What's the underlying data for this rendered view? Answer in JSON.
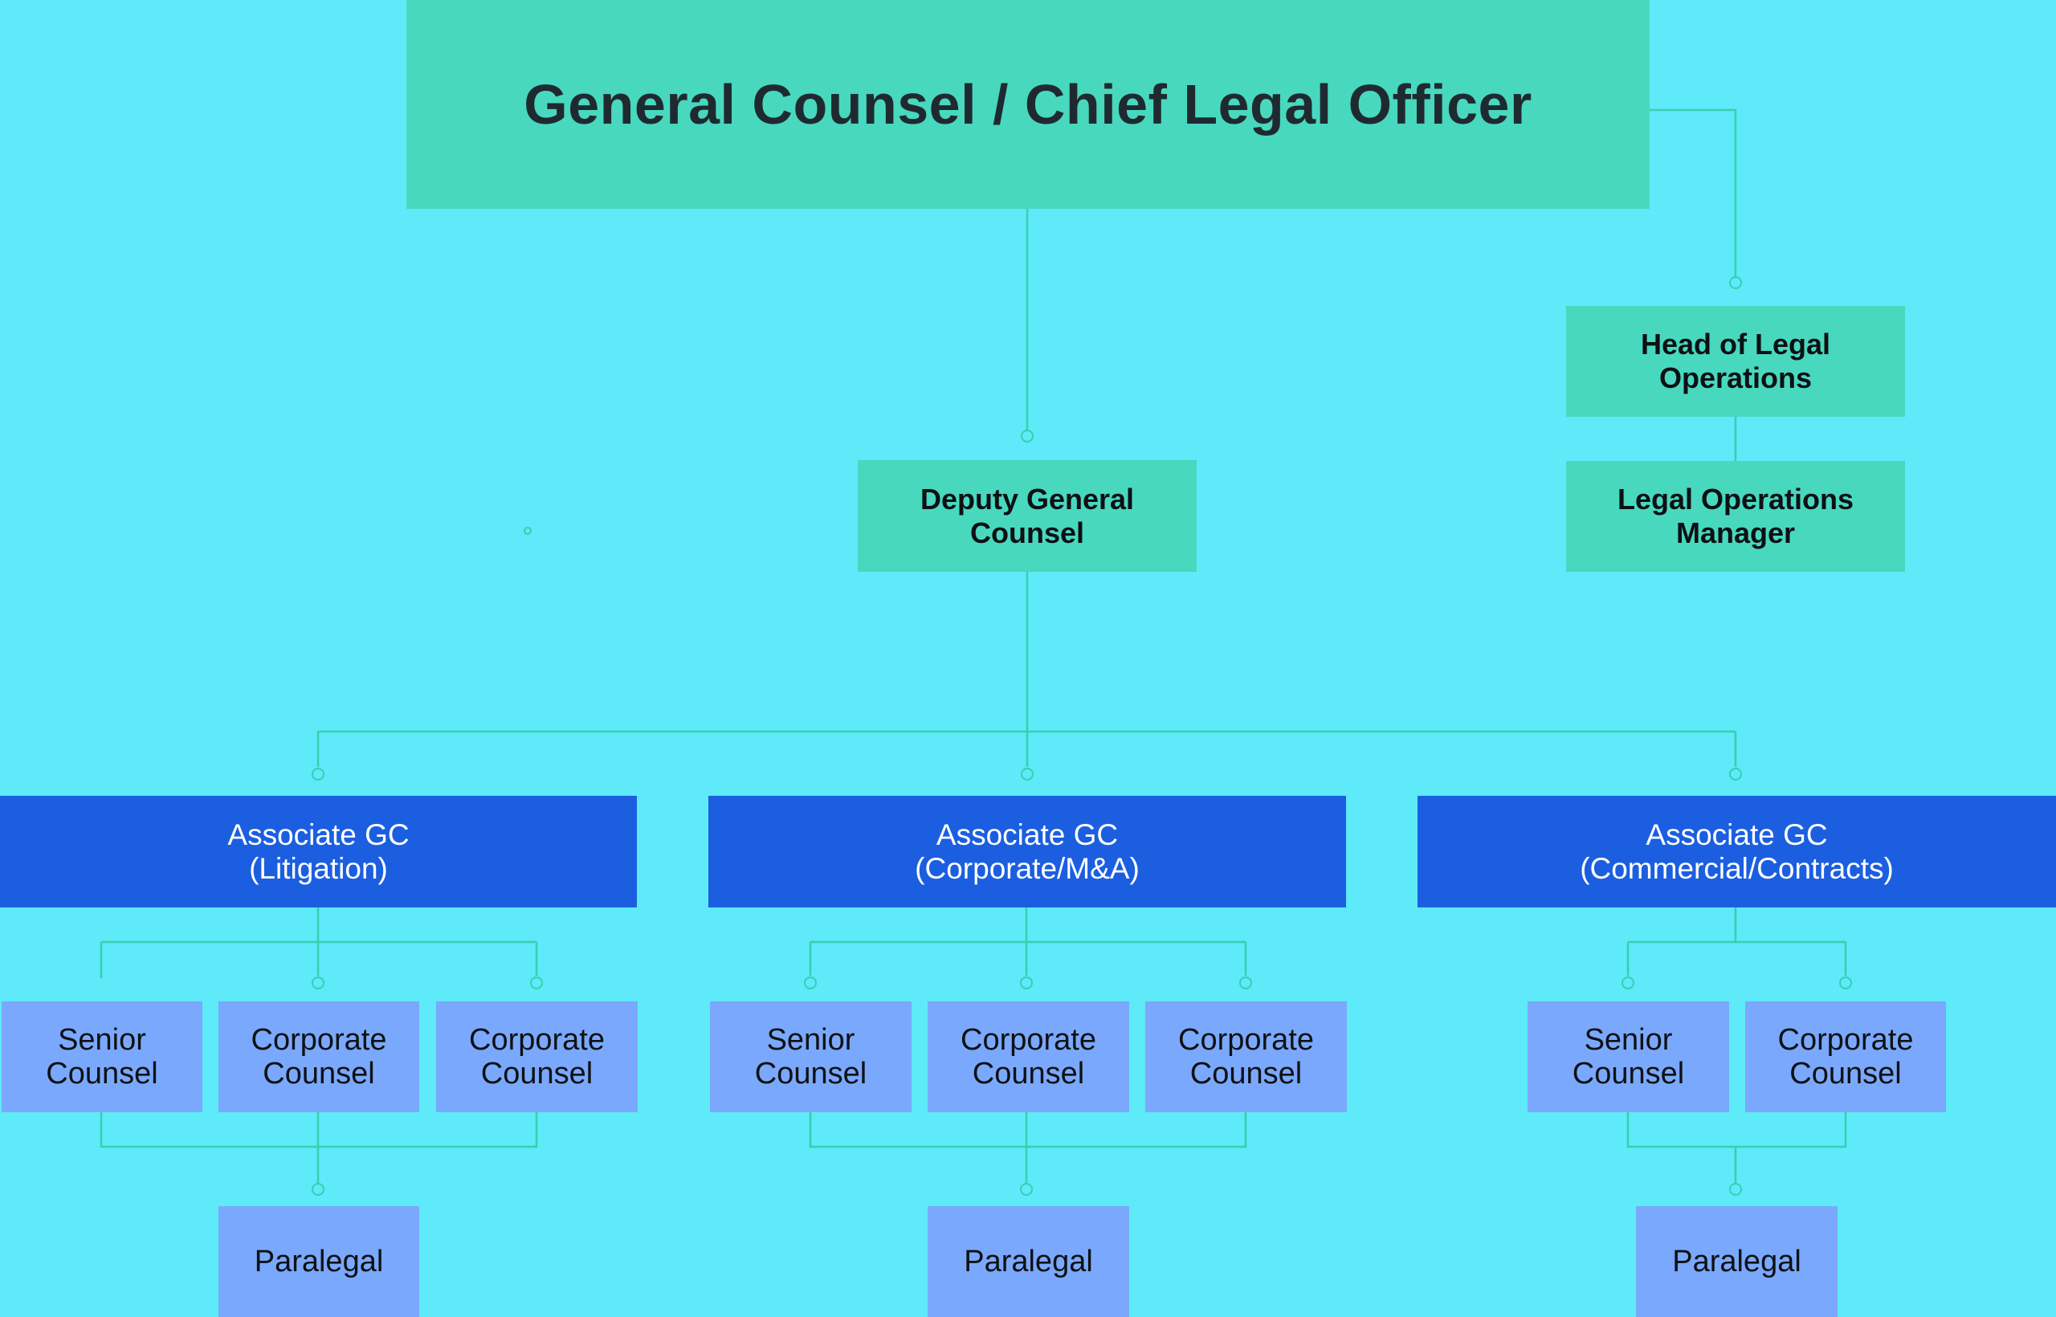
{
  "chart_title": "General Counsel / Chief Legal Officer",
  "colors": {
    "background": "#5EEAF8",
    "executive_box": "#48D8BE",
    "associate_box": "#1B5FE0",
    "staff_box": "#7AA8FC",
    "connector": "#36CFB0"
  },
  "roles": {
    "head_of_legal_operations": "Head of Legal\nOperations",
    "legal_operations_manager": "Legal Operations\nManager",
    "deputy_general_counsel": "Deputy General\nCounsel"
  },
  "divisions": [
    {
      "associate": "Associate GC\n(Litigation)",
      "counsel": [
        "Senior\nCounsel",
        "Corporate\nCounsel",
        "Corporate\nCounsel"
      ],
      "paralegal": "Paralegal"
    },
    {
      "associate": "Associate GC\n(Corporate/M&A)",
      "counsel": [
        "Senior\nCounsel",
        "Corporate\nCounsel",
        "Corporate\nCounsel"
      ],
      "paralegal": "Paralegal"
    },
    {
      "associate": "Associate GC\n(Commercial/Contracts)",
      "counsel": [
        "Senior\nCounsel",
        "Corporate\nCounsel"
      ],
      "paralegal": "Paralegal"
    }
  ]
}
